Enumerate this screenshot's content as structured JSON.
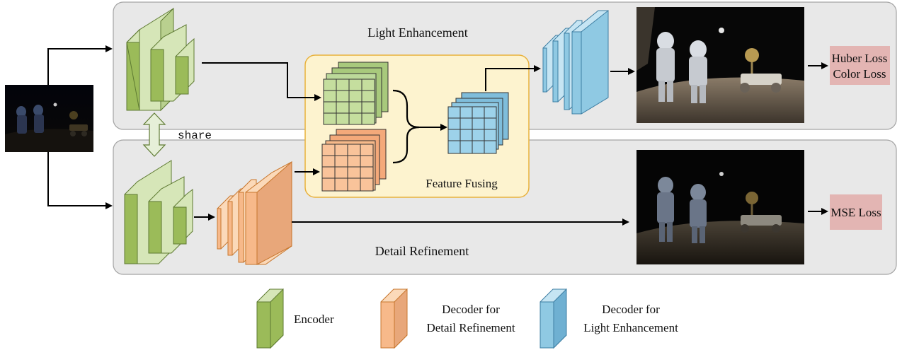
{
  "branches": {
    "top_label": "Light Enhancement",
    "bottom_label": "Detail Refinement"
  },
  "fusion": {
    "label": "Feature Fusing"
  },
  "share_label": "share",
  "losses": {
    "top_line1": "Huber Loss",
    "top_line2": "Color Loss",
    "bottom": "MSE Loss"
  },
  "legend": {
    "encoder": "Encoder",
    "detail_decoder_line1": "Decoder for",
    "detail_decoder_line2": "Detail Refinement",
    "light_decoder_line1": "Decoder for",
    "light_decoder_line2": "Light Enhancement"
  },
  "colors": {
    "encoder_front": "#9bbb59",
    "encoder_top": "#d6e6b8",
    "detail_front": "#f7b98a",
    "light_front": "#8fc9e3",
    "fusion_bg": "#fdf3cf",
    "loss_bg": "#e3b5b3",
    "branch_bg": "#e8e8e8"
  }
}
